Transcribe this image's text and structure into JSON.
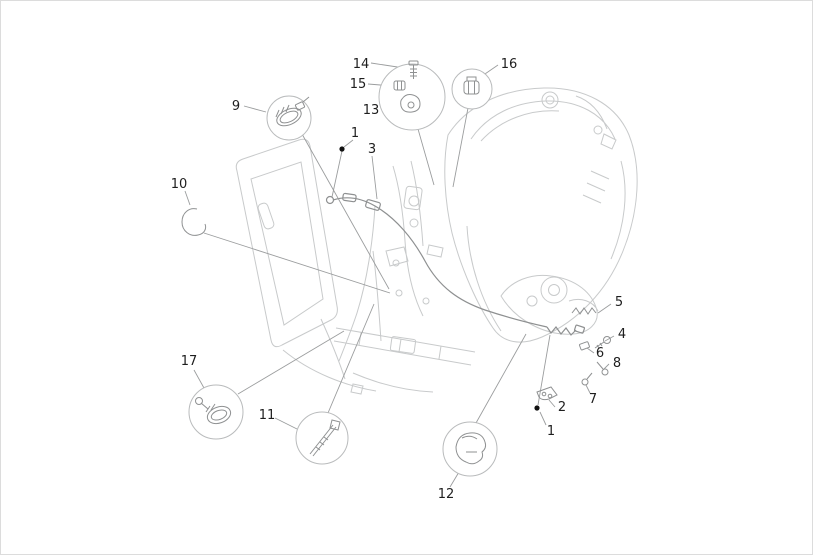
{
  "palette": {
    "body_line": "#c8cacb",
    "detail_line": "#8f9192",
    "cable_line": "#8e9091",
    "leader_line": "#9b9d9e",
    "callout_ring": "#b9bbbc",
    "label_text": "#1e1e1e",
    "marker_dot": "#111111"
  },
  "labels": {
    "n14": "14",
    "n15": "15",
    "n13": "13",
    "n16": "16",
    "n9": "9",
    "n1_top": "1",
    "n3": "3",
    "n10": "10",
    "n5": "5",
    "n4": "4",
    "n6": "6",
    "n8": "8",
    "n7": "7",
    "n2": "2",
    "n1_bottom": "1",
    "n17": "17",
    "n11": "11",
    "n12": "12"
  },
  "glyphs": {
    "9": "band-clamp-icon",
    "10": "cable-hook-icon",
    "11": "cable-tie-icon",
    "12": "rubber-boot-icon",
    "13": "cable-holder-icon",
    "14": "screw-icon",
    "15": "clip-icon",
    "16": "retainer-clip-icon",
    "17": "screw-clamp-icon"
  }
}
